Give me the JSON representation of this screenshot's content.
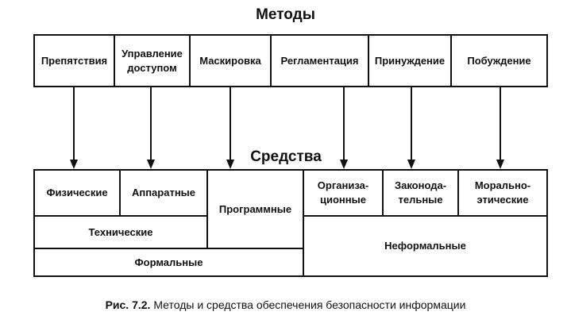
{
  "methods": {
    "title": "Методы",
    "items": [
      "Препятствия",
      "Управление\nдоступом",
      "Маскировка",
      "Регламентация",
      "Принуждение",
      "Побуждение"
    ]
  },
  "means": {
    "title": "Средства",
    "physical": "Физические",
    "hardware": "Аппаратные",
    "software": "Программные",
    "organizational": "Организа-\nционные",
    "legislative": "Законода-\nтельные",
    "moral_ethical": "Морально-\nэтические",
    "technical": "Технические",
    "formal": "Формальные",
    "informal": "Неформальные"
  },
  "caption": {
    "figure_label": "Рис. 7.2.",
    "text": "Методы и средства обеспечения безопасности информации"
  }
}
